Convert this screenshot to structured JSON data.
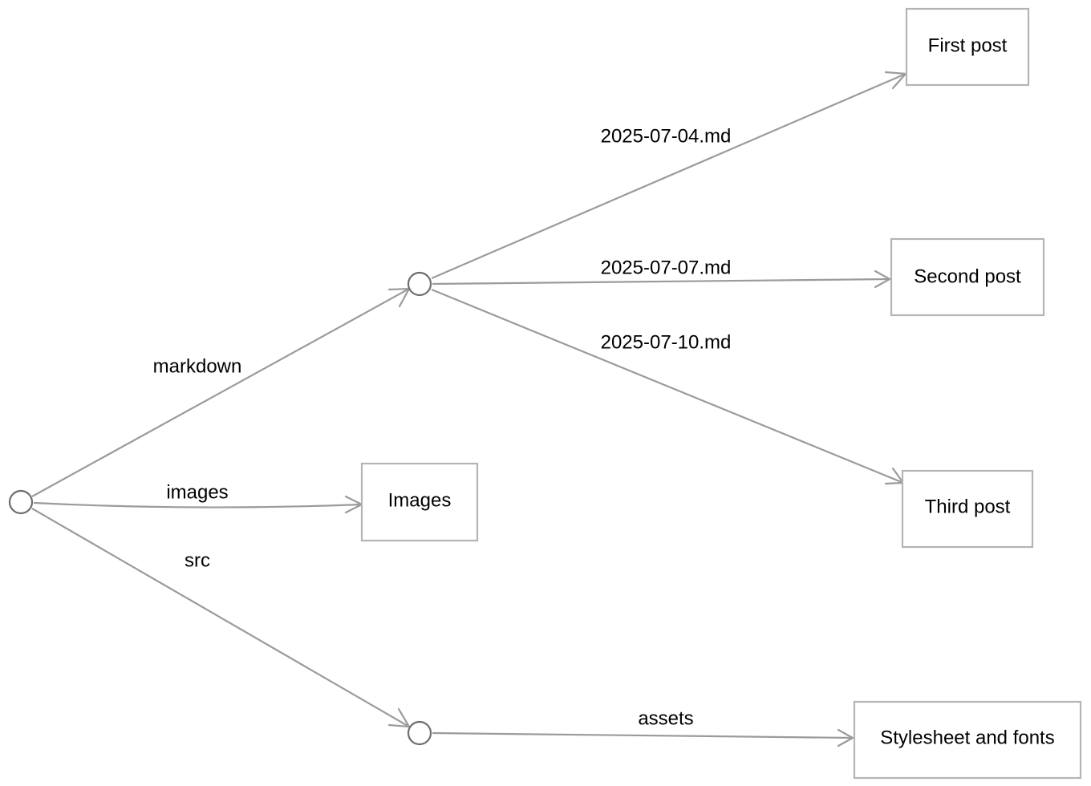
{
  "colors": {
    "edge": "#9b9b9b",
    "box_border": "#b4b4b4",
    "circle_border": "#6e6e6e",
    "text": "#000000"
  },
  "nodes": {
    "root": {
      "kind": "circle",
      "label": ""
    },
    "markdown_dir": {
      "kind": "circle",
      "label": ""
    },
    "src_dir": {
      "kind": "circle",
      "label": ""
    },
    "first_post": {
      "kind": "box",
      "label": "First post"
    },
    "second_post": {
      "kind": "box",
      "label": "Second post"
    },
    "third_post": {
      "kind": "box",
      "label": "Third post"
    },
    "images": {
      "kind": "box",
      "label": "Images"
    },
    "stylesheet_fonts": {
      "kind": "box",
      "label": "Stylesheet and fonts"
    }
  },
  "edges": {
    "root_markdown": {
      "from": "root",
      "to": "markdown_dir",
      "label": "markdown"
    },
    "root_images": {
      "from": "root",
      "to": "images",
      "label": "images"
    },
    "root_src": {
      "from": "root",
      "to": "src_dir",
      "label": "src"
    },
    "md_first": {
      "from": "markdown_dir",
      "to": "first_post",
      "label": "2025-07-04.md"
    },
    "md_second": {
      "from": "markdown_dir",
      "to": "second_post",
      "label": "2025-07-07.md"
    },
    "md_third": {
      "from": "markdown_dir",
      "to": "third_post",
      "label": "2025-07-10.md"
    },
    "src_assets": {
      "from": "src_dir",
      "to": "stylesheet_fonts",
      "label": "assets"
    }
  }
}
